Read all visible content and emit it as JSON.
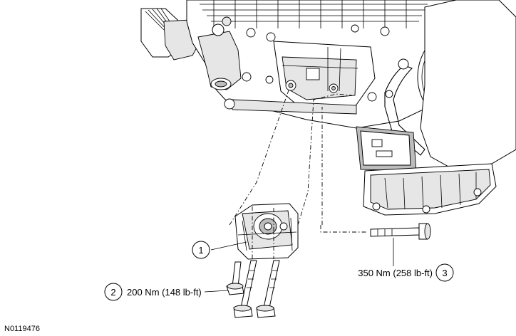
{
  "callouts": [
    {
      "number": "1",
      "text": ""
    },
    {
      "number": "2",
      "text": "200 Nm (148 lb-ft)"
    },
    {
      "number": "3",
      "text": "350 Nm (258 lb-ft)"
    }
  ],
  "reference_id": "N0119476"
}
